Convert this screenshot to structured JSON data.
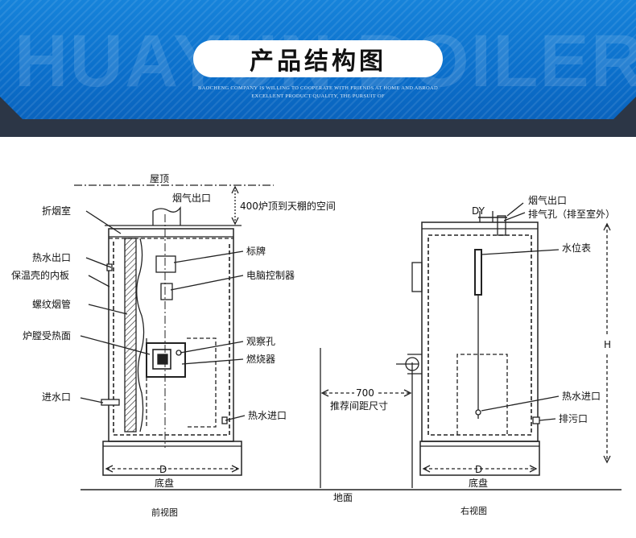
{
  "banner": {
    "title": "产品结构图",
    "watermark": "HUAYUN BOILER",
    "tagline_line1": "BAOCHENG COMPANY IS WILLING TO COOPERATE WITH FRIENDS AT HOME AND ABROAD",
    "tagline_line2": "EXCELLENT PRODUCT QUALITY, THE PURSUIT OF",
    "colors": {
      "blue": "#0b6fcb",
      "dark": "#2c3646"
    }
  },
  "front_view": {
    "roof": "屋顶",
    "flue_outlet": "烟气出口",
    "ceiling_clearance": "400炉顶到天棚的空间",
    "smoke_chamber": "折烟室",
    "hot_water_outlet": "热水出口",
    "insulation_inner_plate": "保温壳的内板",
    "spiral_flue": "螺纹烟管",
    "furnace_heating_surface": "炉膛受热面",
    "water_inlet": "进水口",
    "nameplate": "标牌",
    "computer_controller": "电脑控制器",
    "observation_hole": "观察孔",
    "burner": "燃烧器",
    "hot_water_inlet": "热水进口",
    "dimension_d": "D",
    "base": "底盘",
    "caption": "前视图"
  },
  "spacing": {
    "value": "700",
    "label": "推荐间距尺寸"
  },
  "ground": "地面",
  "side_view": {
    "dy": "DY",
    "flue_outlet": "烟气出口",
    "vent_hole": "排气孔（排至室外）",
    "water_level_gauge": "水位表",
    "dimension_h": "H",
    "hot_water_inlet": "热水进口",
    "drain_outlet": "排污口",
    "dimension_d": "D",
    "base": "底盘",
    "caption": "右视图"
  }
}
